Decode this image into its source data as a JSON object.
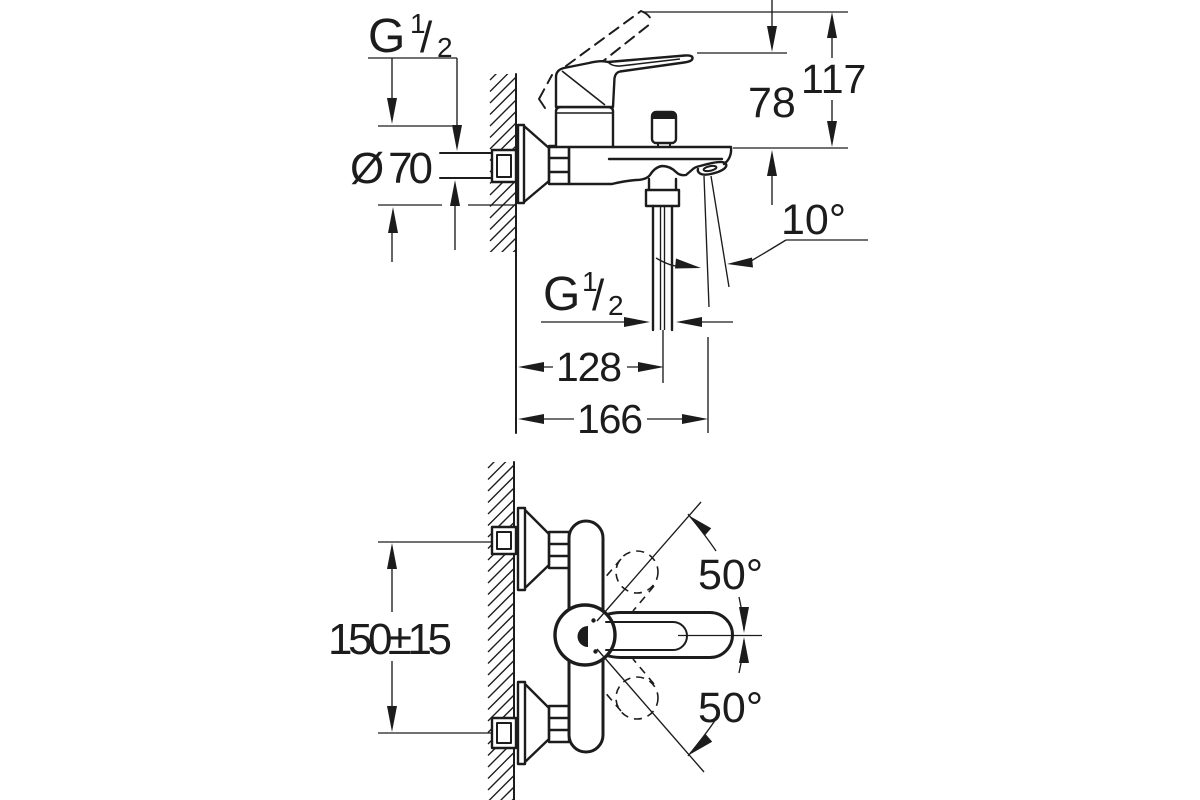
{
  "colors": {
    "line": "#1c1c1c",
    "background": "#ffffff"
  },
  "side_view": {
    "thread_top": {
      "prefix": "G",
      "numerator": "1",
      "slash": "/",
      "denominator": "2"
    },
    "escutcheon_diameter": "Ø 70",
    "total_height": "117",
    "body_height": "78",
    "spout_angle": "10°",
    "thread_bottom": {
      "prefix": "G",
      "numerator": "1",
      "slash": "/",
      "denominator": "2"
    },
    "hose_axis_depth": "128",
    "spout_tip_depth": "166"
  },
  "plan_view": {
    "connection_spacing": "150±15",
    "handle_swing_up": "50°",
    "handle_swing_down": "50°"
  }
}
